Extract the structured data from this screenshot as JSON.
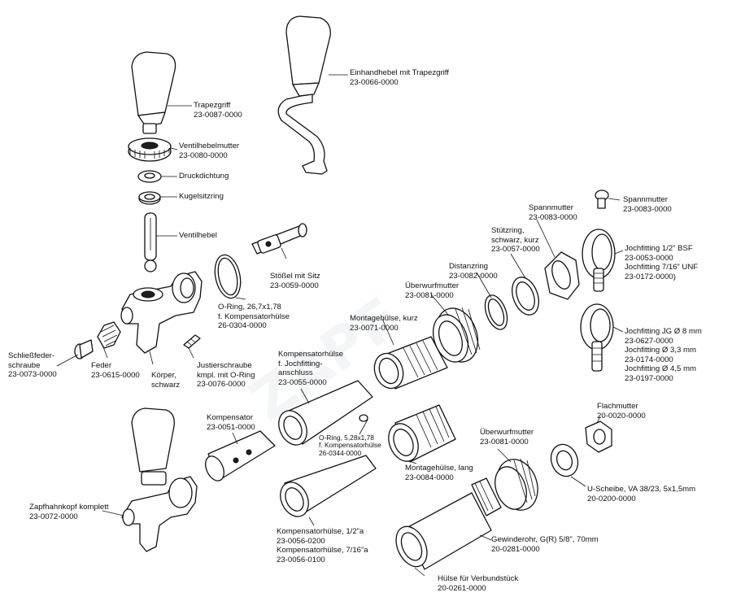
{
  "labels": {
    "trapezgriff": {
      "t": "Trapezgriff",
      "n": "23-0087-0000"
    },
    "einhandhebel": {
      "t": "Einhandhebel mit Trapezgriff",
      "n": "23-0066-0000"
    },
    "ventilhebelmutter": {
      "t": "Ventilhebelmutter",
      "n": "23-0080-0000"
    },
    "druckdichtung": {
      "t": "Druckdichtung"
    },
    "kugelsitzring": {
      "t": "Kugelsitzring"
    },
    "ventilhebel": {
      "t": "Ventilhebel"
    },
    "spannmutter_a": {
      "t": "Spannmutter",
      "n": "23-0083-0000"
    },
    "spannmutter_b": {
      "t": "Spannmutter",
      "n": "23-0083-0000"
    },
    "stuetzring": {
      "l1": "Stützring,",
      "l2": "schwarz, kurz",
      "n": "23-0057-0000"
    },
    "jochfitting_bsf": {
      "l1": "Jochfitting 1/2” BSF",
      "l2": "23-0053-0000",
      "l3": "Jochfitting 7/16” UNF",
      "l4": "23-0172-0000)"
    },
    "distanzring": {
      "t": "Distanzring",
      "n": "23-0082-0000"
    },
    "stoessel": {
      "t": "Stößel mit Sitz",
      "n": "23-0059-0000"
    },
    "oring_26": {
      "l1": "O-Ring, 26,7x1,78",
      "l2": "f. Kompensatorhülse",
      "n": "26-0304-0000"
    },
    "ueberwurfmutter_a": {
      "t": "Überwurfmutter",
      "n": "23-0081-0000"
    },
    "montagehuelse_kurz": {
      "t": "Montagehülse, kurz",
      "n": "23-0071-0000"
    },
    "jochfitting_jg": {
      "l1": "Jochfitting JG Ø 8 mm",
      "l2": "23-0627-0000",
      "l3": "Jochfitting Ø 3,3 mm",
      "l4": "23-0174-0000",
      "l5": "Jochfitting Ø 4,5 mm",
      "l6": "23-0197-0000"
    },
    "schliessfeder": {
      "l1": "Schließfeder-",
      "l2": "schraube",
      "n": "23-0073-0000"
    },
    "feder": {
      "t": "Feder",
      "n": "23-0615-0000"
    },
    "koerper": {
      "l1": "Körper,",
      "l2": "schwarz"
    },
    "justierschraube": {
      "l1": "Justierschraube",
      "l2": "kmpl. mit O-Ring",
      "n": "23-0076-0000"
    },
    "kompensatorhuelse_joch": {
      "l1": "Kompensatorhülse",
      "l2": "f. Jochfitting-",
      "l3": "anschluss",
      "n": "23-0055-0000"
    },
    "flachmutter": {
      "t": "Flachmutter",
      "n": "20-0020-0000"
    },
    "kompensator": {
      "t": "Kompensator",
      "n": "23-0051-0000"
    },
    "oring_528": {
      "l1": "O-Ring, 5,28x1,78",
      "l2": "f. Kompensatorhülse",
      "n": "26-0344-0000"
    },
    "ueberwurfmutter_b": {
      "t": "Überwurfmutter",
      "n": "23-0081-0000"
    },
    "montagehuelse_lang": {
      "t": "Montagehülse, lang",
      "n": "23-0084-0000"
    },
    "zapfhahnkopf": {
      "t": "Zapfhahnkopf komplett",
      "n": "23-0072-0000"
    },
    "u_scheibe": {
      "t": "U-Scheibe, VA 38/23, 5x1,5mm",
      "n": "20-0200-0000"
    },
    "kompensatorhuelse_12": {
      "l1": "Kompensatorhülse, 1/2”a",
      "n1": "23-0056-0200",
      "l2": "Kompensatorhülse, 7/16”a",
      "n2": "23-0056-0100"
    },
    "gewinderohr": {
      "t": "Gewinderohr, G(R) 5/8”, 70mm",
      "n": "20-0281-0000"
    },
    "huelse_verbund": {
      "t": "Hülse für Verbundstück",
      "n": "20-0261-0000"
    }
  }
}
